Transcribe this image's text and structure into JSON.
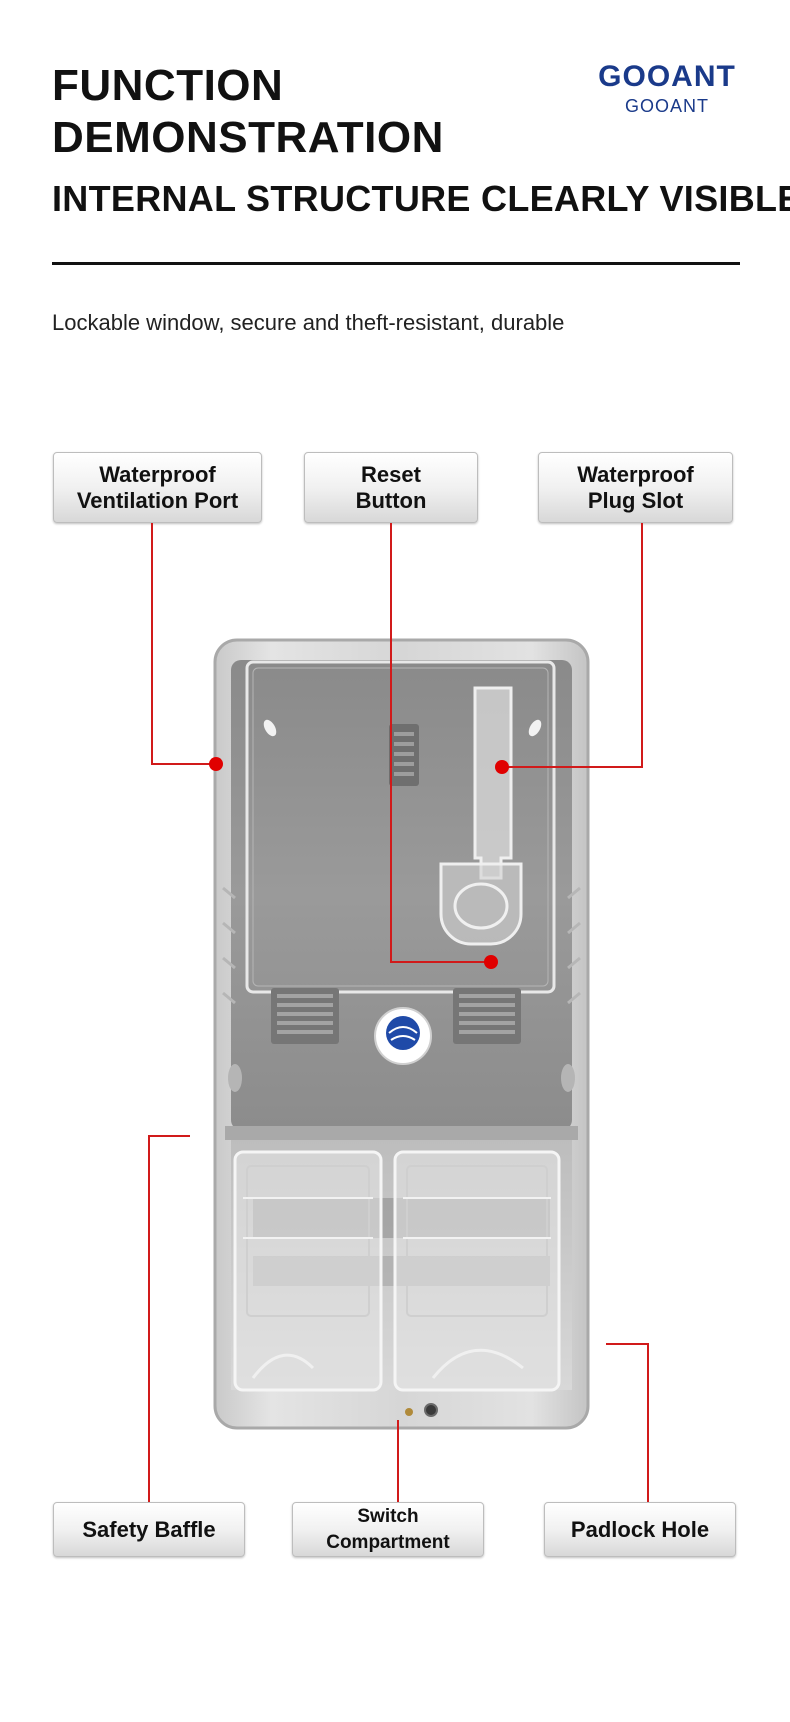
{
  "header": {
    "title_line1": "FUNCTION",
    "title_line2": "DEMONSTRATION",
    "subtitle": "INTERNAL STRUCTURE CLEARLY VISIBLE",
    "description": "Lockable window, secure and theft-resistant, durable"
  },
  "brand": {
    "logo_text": "GOOANT",
    "name": "GOOANT",
    "primary_color": "#1a3a8a",
    "accent_color": "#f0a020"
  },
  "labels": {
    "ventilation": {
      "line1": "Waterproof",
      "line2": "Ventilation Port"
    },
    "reset": {
      "line1": "Reset",
      "line2": "Button"
    },
    "plug_slot": {
      "line1": "Waterproof",
      "line2": "Plug Slot"
    },
    "safety_baffle": "Safety Baffle",
    "switch_compartment": "Switch Compartment",
    "padlock_hole": "Padlock Hole"
  },
  "colors": {
    "callout_line": "#d11a1a",
    "callout_dot": "#e00000"
  }
}
